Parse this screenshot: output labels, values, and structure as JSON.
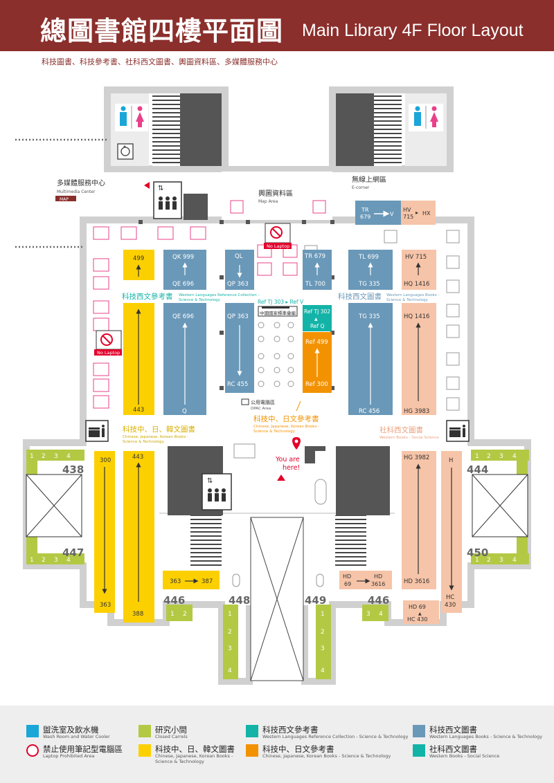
{
  "title": {
    "zh": "總圖書館四樓平面圖",
    "en": "Main Library 4F Floor Layout"
  },
  "subtitle": "科技圖書、科技參考書、社科西文圖書、輿圖資料區、多媒體服務中心",
  "colors": {
    "header": "#8b2f2c",
    "yellow": "#fcd000",
    "blue": "#6a98b8",
    "teal": "#14b3a8",
    "orange": "#f39200",
    "salmon": "#f6c4a8",
    "olive": "#b3c944",
    "wall": "#d9d9d9",
    "dark": "#555555"
  },
  "areas": {
    "multimedia": {
      "zh": "多媒體服務中心",
      "en": "Multimedia Center",
      "tag": "MAP"
    },
    "map": {
      "zh": "輿圖資料區",
      "en": "Map Area"
    },
    "ecorner": {
      "zh": "無線上網區",
      "en": "E-corner"
    },
    "opac": {
      "zh": "公用電腦區",
      "en": "OPAC Area"
    },
    "you_are_here": [
      "You are",
      "here!"
    ],
    "no_laptop": "No Laptop",
    "standards": "中國國家標準彙編"
  },
  "zones": {
    "sci_western_ref": {
      "zh": "科技西文參考書",
      "en1": "Western Languages Reference Collection -",
      "en2": "Science & Technology"
    },
    "sci_western_books": {
      "zh": "科技西文圖書",
      "en1": "Western Languages Books -",
      "en2": "Science & Technology"
    },
    "sci_cjk_books": {
      "zh": "科技中、日、韓文圖書",
      "en1": "Chinese, Japanese, Korean Books -",
      "en2": "Science & Technology"
    },
    "sci_cj_ref": {
      "zh": "科技中、日文參考書",
      "en1": "Chinese, Japanese, Korean Books -",
      "en2": "Science & Technology"
    },
    "soc_western_books": {
      "zh": "社科西文圖書",
      "en1": "Western Books - Social Science"
    }
  },
  "shelves": {
    "y1": {
      "top": "499",
      "bot": "443"
    },
    "y2": {
      "top": "443",
      "bot": "388"
    },
    "y3": {
      "top": "300",
      "bot": "363"
    },
    "y4": {
      "a": "363",
      "b": "387"
    },
    "b1": {
      "top": "QK 999",
      "bot": "QE 696"
    },
    "b2": {
      "top": "QE 696",
      "bot": "Q"
    },
    "b3": {
      "top": "QL",
      "bot": "QP 363"
    },
    "b4": {
      "top": "QP 363",
      "bot": "RC 455"
    },
    "b5": {
      "top": "TR 679",
      "bot": "TL 700"
    },
    "b6": {
      "top": "TL 699",
      "bot": "TG 335"
    },
    "b7": {
      "top": "TG 335",
      "bot": "RC 456"
    },
    "b8": {
      "a": "TR",
      "b": "679",
      "c": "V"
    },
    "teal1": {
      "a": "Ref TJ 302",
      "b": "Ref Q"
    },
    "ref_tj303": "Ref TJ 303 ▸ Ref V",
    "o1": {
      "top": "Ref 499",
      "bot": "Ref 300"
    },
    "s1": {
      "top": "HV 715",
      "bot": "HQ 1416"
    },
    "s2": {
      "top": "HQ 1416",
      "bot": "HG 3983"
    },
    "s3": {
      "top": "HG 3982",
      "bot": "HD 3616"
    },
    "s4": {
      "top": "H",
      "bot": "HC",
      "bot2": "430"
    },
    "s5": {
      "a": "HD",
      "b": "69",
      "c": "HD",
      "d": "3616"
    },
    "s6": {
      "a": "HD 69",
      "b": "HC 430"
    },
    "s7": {
      "a": "HV",
      "b": "715",
      "c": "HX"
    }
  },
  "carrels": {
    "left": [
      "1",
      "2",
      "3",
      "4"
    ],
    "right": [
      "1",
      "2",
      "3",
      "4"
    ],
    "col": [
      "1",
      "2",
      "3",
      "4"
    ],
    "bl": [
      "1",
      "2"
    ],
    "br": [
      "3",
      "4"
    ]
  },
  "rooms": [
    "438",
    "447",
    "446",
    "448",
    "449",
    "446",
    "444",
    "450"
  ],
  "legend": [
    {
      "zh": "盥洗室及飲水機",
      "en": "Wash Room and Water Cooler"
    },
    {
      "zh": "禁止使用筆記型電腦區",
      "en": "Laptop Prohibited Area"
    },
    {
      "zh": "研究小間",
      "en": "Closed Carrels"
    },
    {
      "zh": "科技中、日、韓文圖書",
      "en": "Chinese, Japanese, Korean Books -",
      "en2": "Science & Technology"
    },
    {
      "zh": "科技西文參考書",
      "en": "Western Languages Reference Collection - Science & Technology"
    },
    {
      "zh": "科技中、日文參考書",
      "en": "Chinese, Japanese, Korean Books - Science & Technology"
    },
    {
      "zh": "科技西文圖書",
      "en": "Western Languages Books - Science & Technology"
    },
    {
      "zh": "社科西文圖書",
      "en": "Western Books - Social Science"
    }
  ]
}
